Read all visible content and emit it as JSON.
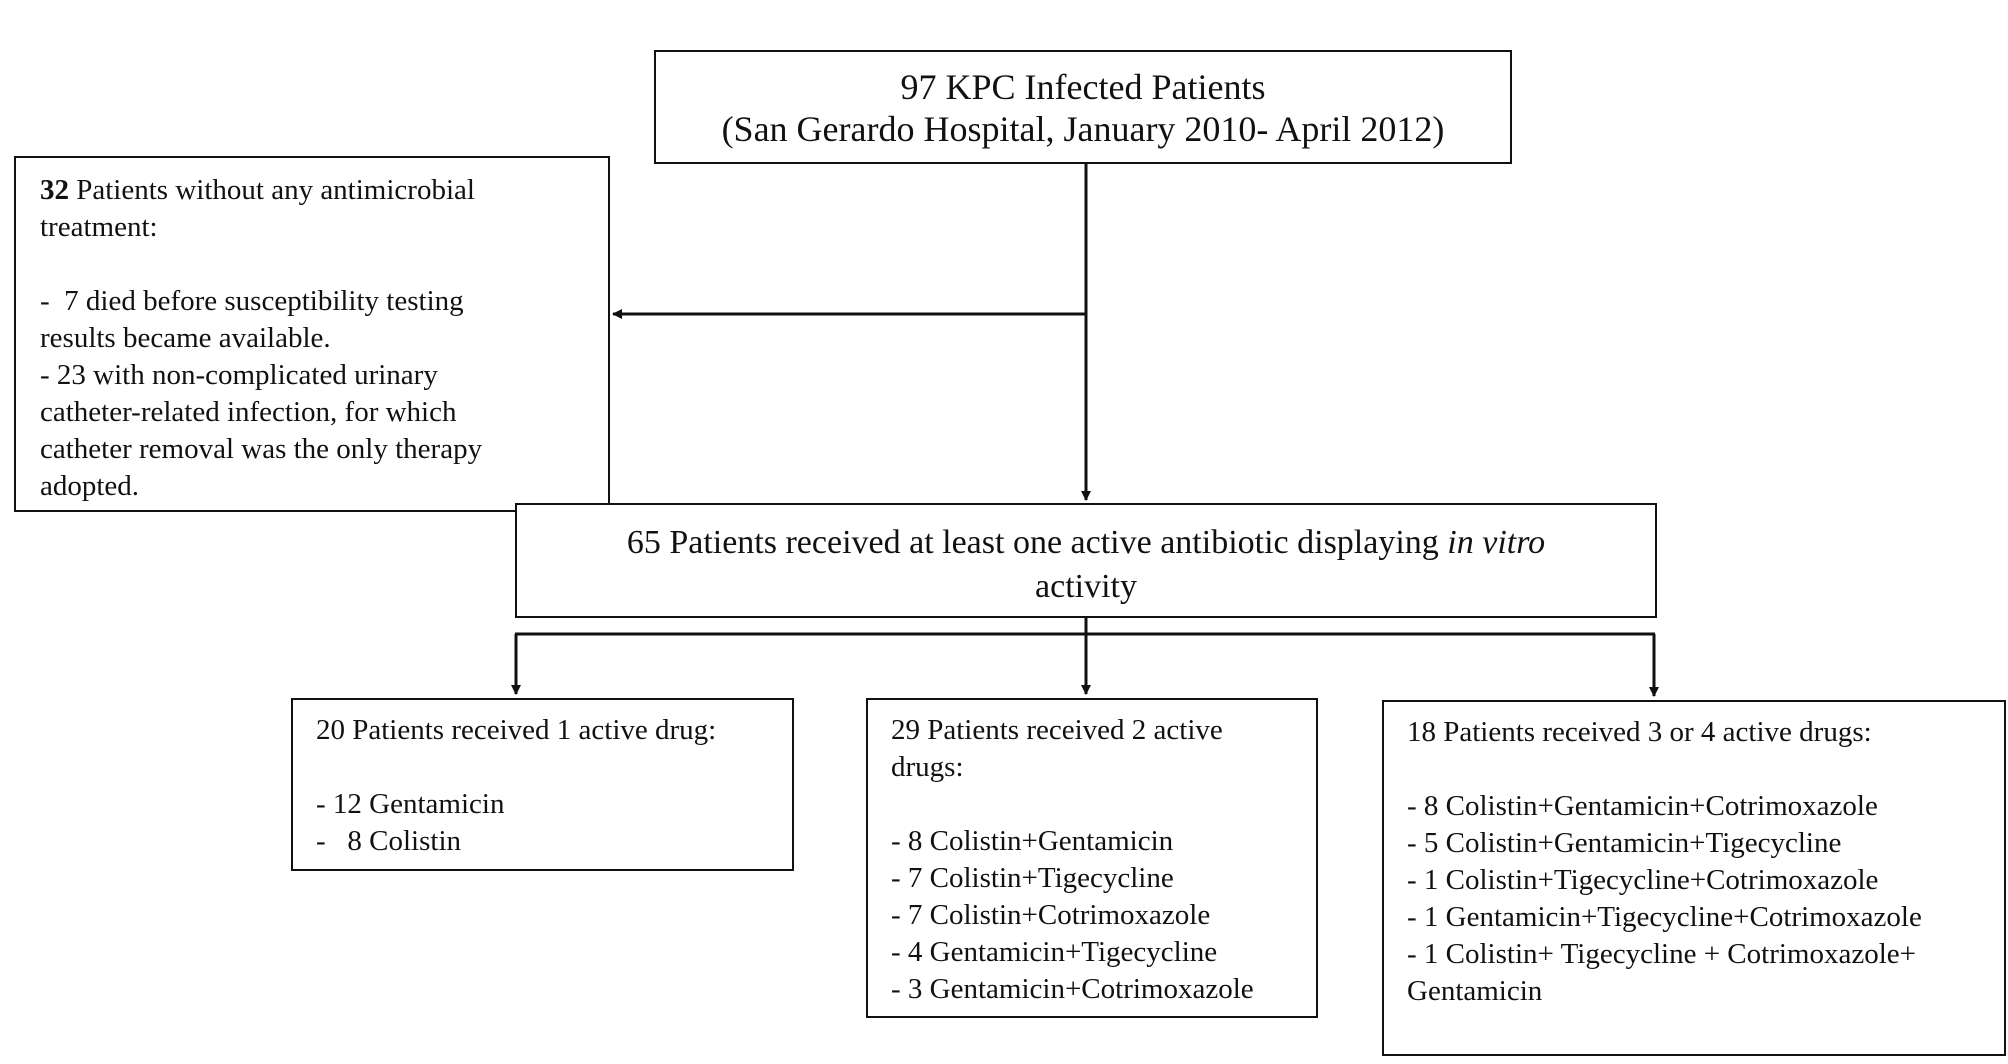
{
  "top": {
    "lines": [
      "97 KPC Infected Patients",
      "(San Gerardo Hospital, January 2010- April 2012)"
    ]
  },
  "excluded": {
    "count": "32",
    "lines": [
      " Patients without any antimicrobial",
      "treatment:",
      "-  7 died before susceptibility testing",
      "results became available.",
      "- 23 with non-complicated urinary",
      "catheter-related infection, for which",
      "catheter removal was the only therapy",
      "adopted."
    ]
  },
  "middle": {
    "line1_prefix": "65 Patients received at least one active antibiotic displaying ",
    "line1_italic": "in vitro",
    "line2": "activity"
  },
  "groups": [
    {
      "header": "20 Patients received 1 active drug:",
      "items": [
        "- 12 Gentamicin",
        "-   8 Colistin"
      ]
    },
    {
      "header_lines": [
        "29 Patients received 2 active",
        "drugs:"
      ],
      "items": [
        "- 8 Colistin+Gentamicin",
        "- 7 Colistin+Tigecycline",
        "- 7 Colistin+Cotrimoxazole",
        "- 4 Gentamicin+Tigecycline",
        "- 3 Gentamicin+Cotrimoxazole"
      ]
    },
    {
      "header": "18 Patients received 3 or 4 active drugs:",
      "items": [
        "- 8 Colistin+Gentamicin+Cotrimoxazole",
        "- 5 Colistin+Gentamicin+Tigecycline",
        "- 1 Colistin+Tigecycline+Cotrimoxazole",
        "- 1 Gentamicin+Tigecycline+Cotrimoxazole",
        "- 1 Colistin+ Tigecycline + Cotrimoxazole+",
        "Gentamicin"
      ]
    }
  ]
}
